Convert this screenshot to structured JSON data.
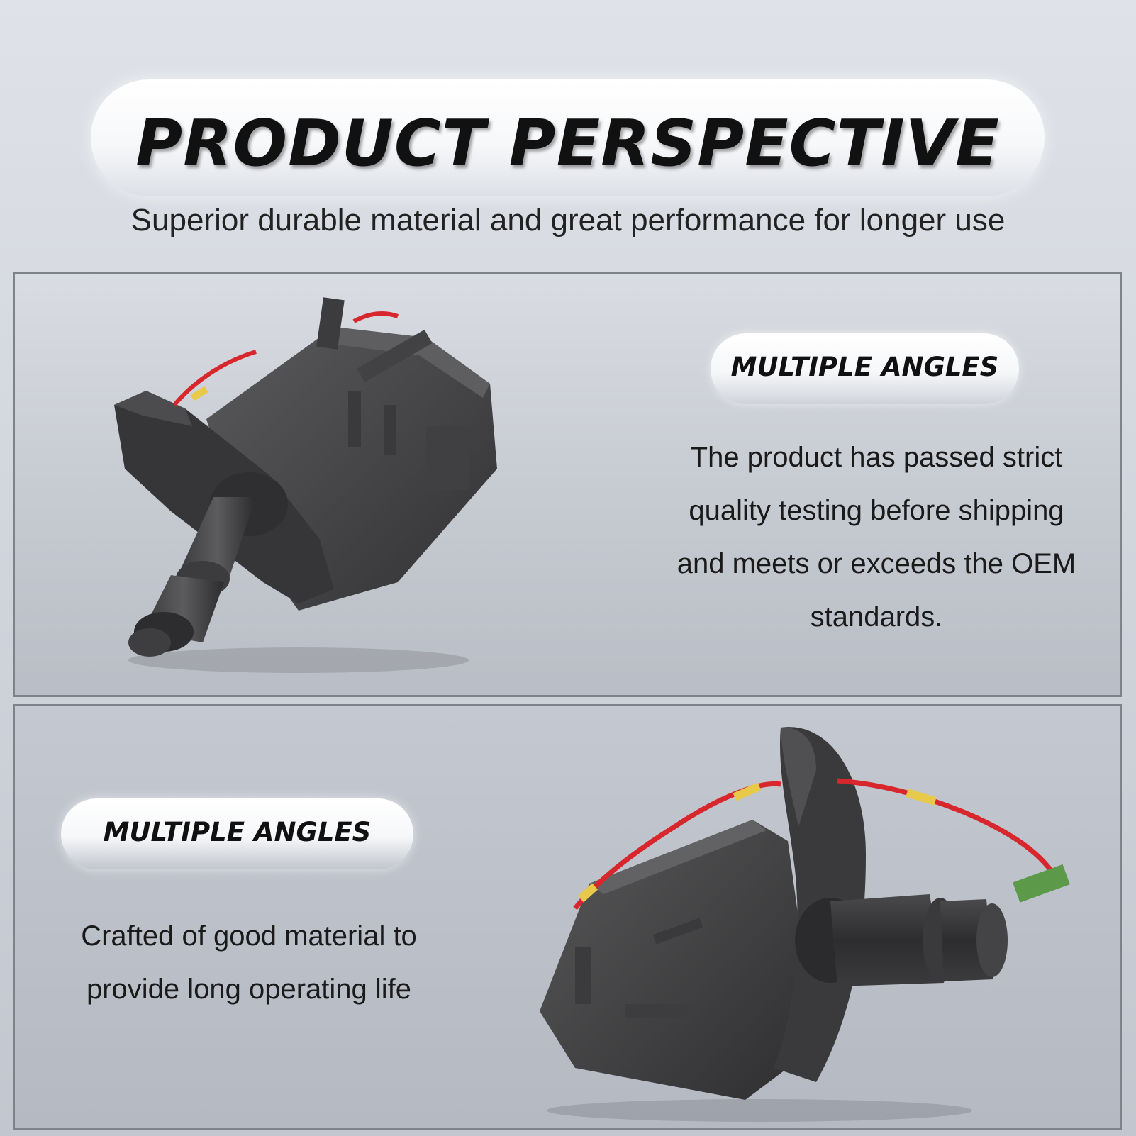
{
  "header": {
    "title": "PRODUCT PERSPECTIVE",
    "subtitle": "Superior durable material and great performance for longer use"
  },
  "panels": [
    {
      "badge": "MULTIPLE ANGLES",
      "description_lines": [
        "The product has passed strict",
        "quality testing before shipping",
        "and meets or exceeds the OEM",
        "standards."
      ]
    },
    {
      "badge": "MULTIPLE ANGLES",
      "description_lines": [
        "Crafted of good material to",
        "provide long operating life"
      ]
    }
  ],
  "colors": {
    "switch_body": "#4a4a4c",
    "switch_dark": "#2f2f31",
    "wire_red": "#d8262d",
    "wire_sleeve": "#e8c94a",
    "connector_green": "#5c9a4a"
  },
  "images": {
    "panel1_product": "combination-switch-top-view",
    "panel2_product": "combination-switch-side-view"
  }
}
